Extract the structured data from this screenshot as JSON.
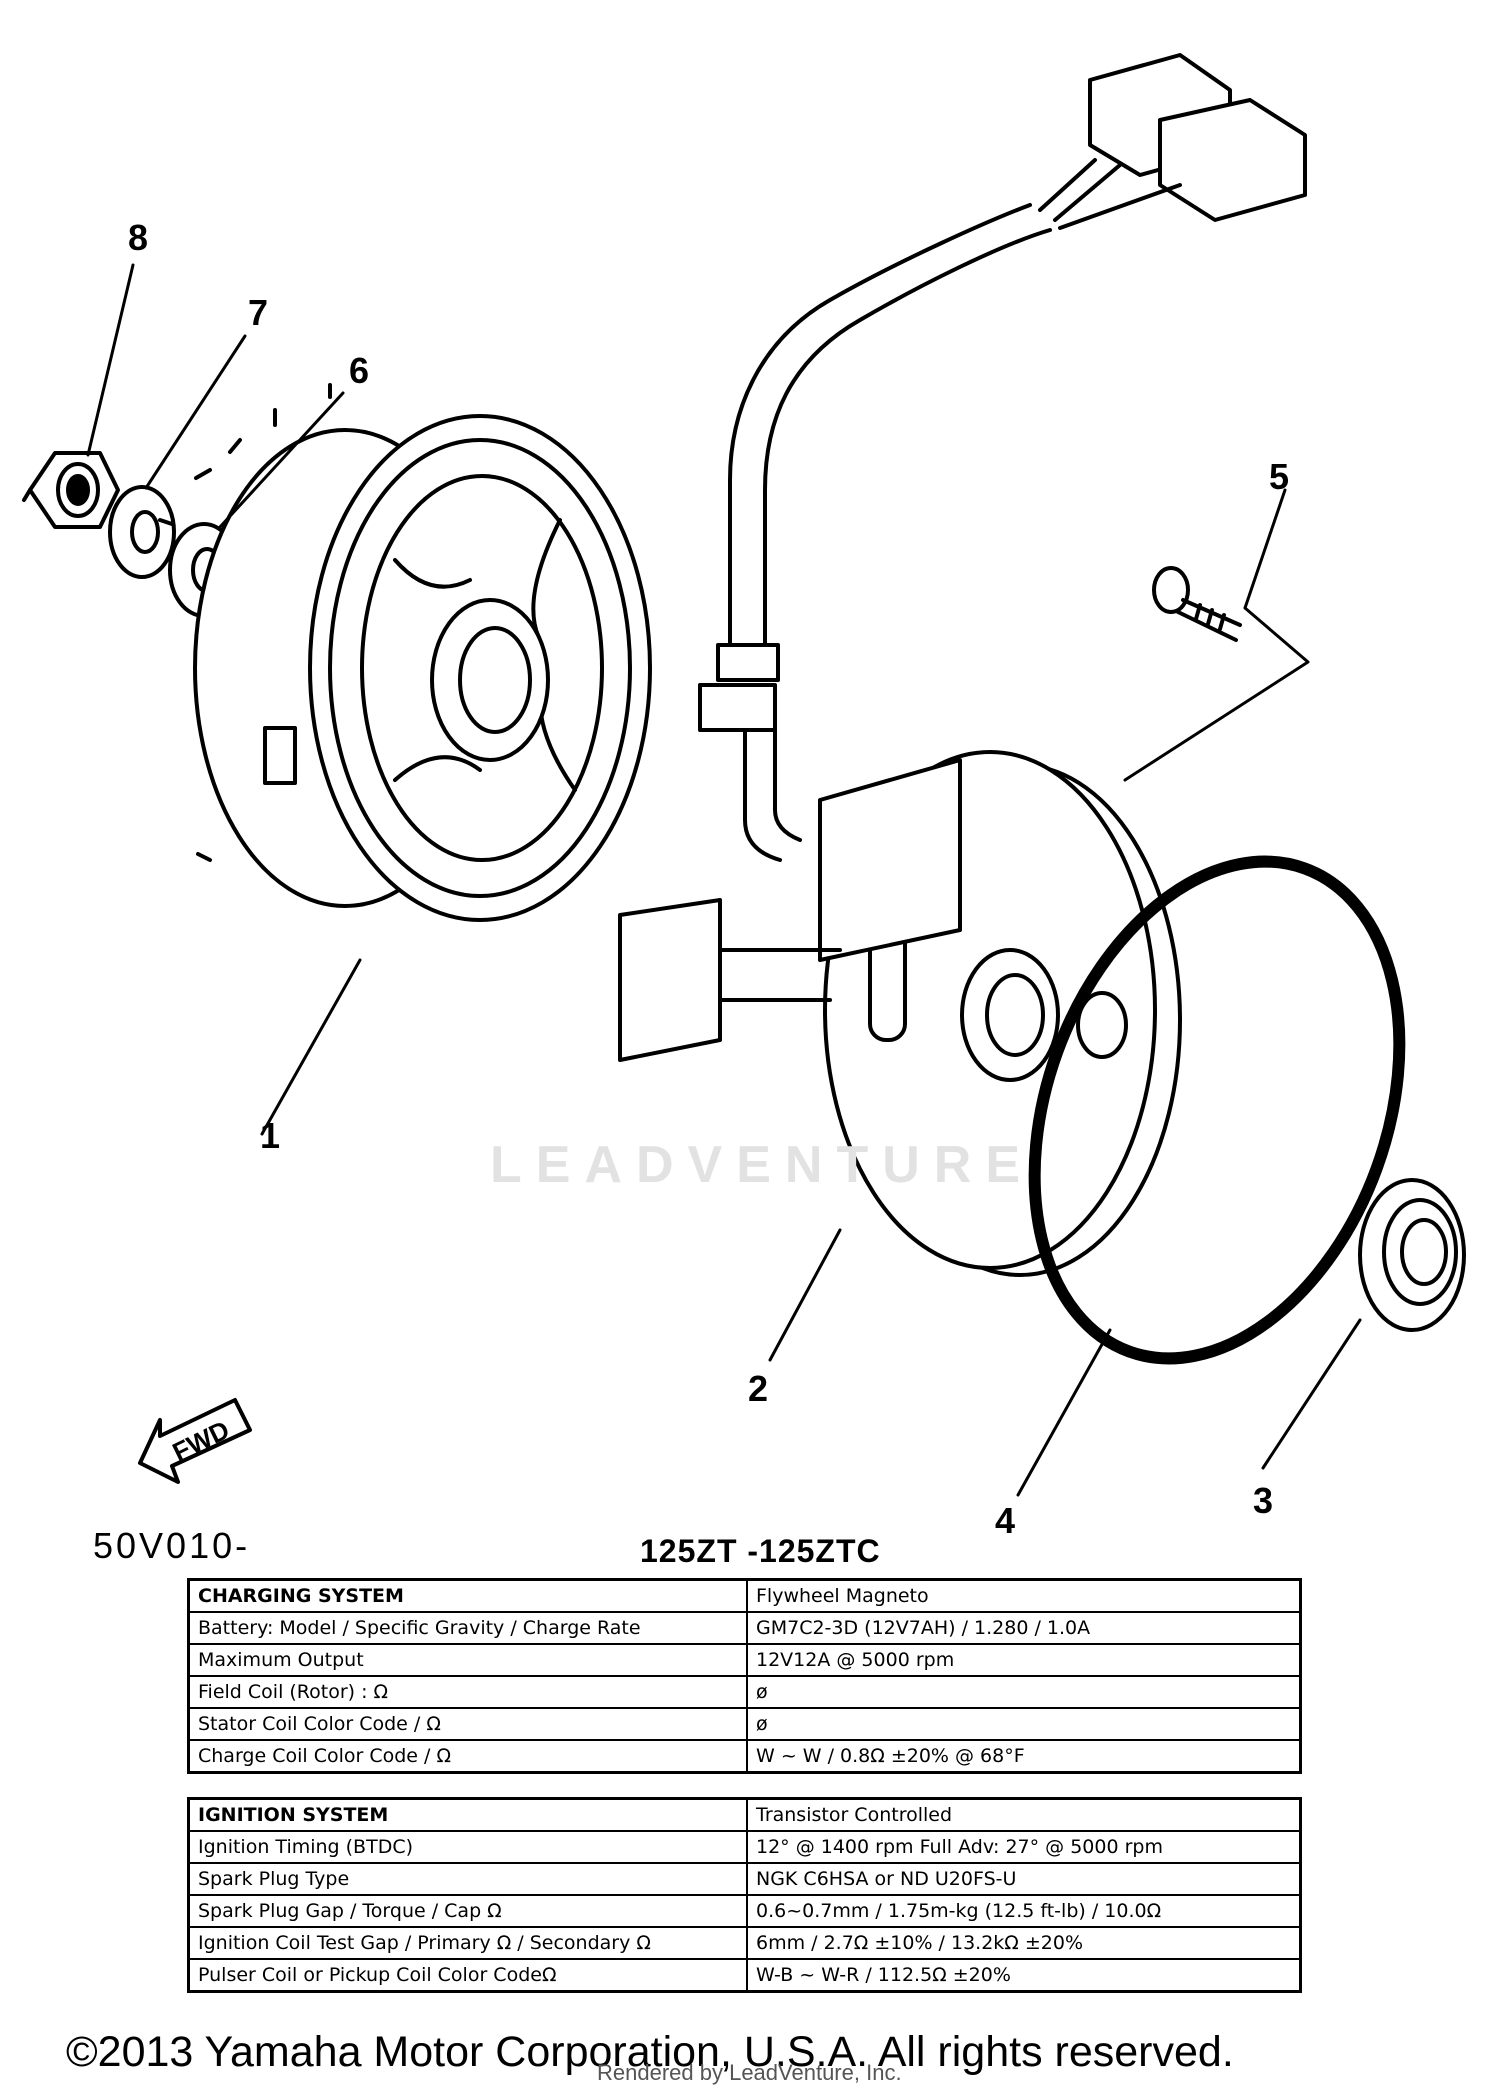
{
  "diagram": {
    "callouts": [
      "1",
      "2",
      "3",
      "4",
      "5",
      "6",
      "7",
      "8"
    ],
    "fwd_arrow": "FWD",
    "watermark": "LEADVENTURE",
    "drawing_code": "50V010-"
  },
  "spec_sheet": {
    "title": "125ZT -125ZTC",
    "charging": {
      "rows": [
        {
          "label": "Charging System",
          "value": "Flywheel Magneto"
        },
        {
          "label": "Battery: Model / Specific Gravity / Charge Rate",
          "value": "GM7C2-3D (12V7AH) / 1.280 / 1.0A"
        },
        {
          "label": "Maximum Output",
          "value": "12V12A @ 5000 rpm"
        },
        {
          "label": "Field Coil (Rotor) : Ω",
          "value": "ø"
        },
        {
          "label": "Stator Coil Color Code / Ω",
          "value": "ø"
        },
        {
          "label": "Charge Coil Color Code / Ω",
          "value": "W ~ W / 0.8Ω ±20% @ 68°F"
        }
      ]
    },
    "ignition": {
      "rows": [
        {
          "label": "Ignition System",
          "value": "Transistor Controlled"
        },
        {
          "label": "Ignition Timing (BTDC)",
          "value": "12° @ 1400 rpm    Full Adv: 27° @ 5000 rpm"
        },
        {
          "label": "Spark Plug Type",
          "value": "NGK C6HSA or ND U20FS-U"
        },
        {
          "label": "Spark Plug Gap / Torque / Cap Ω",
          "value": "0.6~0.7mm / 1.75m-kg (12.5 ft-lb) / 10.0Ω"
        },
        {
          "label": "Ignition Coil Test Gap / Primary Ω / Secondary Ω",
          "value": "6mm / 2.7Ω ±10% / 13.2kΩ ±20%"
        },
        {
          "label": "Pulser Coil or Pickup Coil Color CodeΩ",
          "value": "W-B ~ W-R / 112.5Ω ±20%"
        }
      ]
    }
  },
  "footer": {
    "copyright": "©2013 Yamaha Motor Corporation, U.S.A. All rights reserved.",
    "rendered_by": "Rendered by LeadVenture, Inc."
  }
}
